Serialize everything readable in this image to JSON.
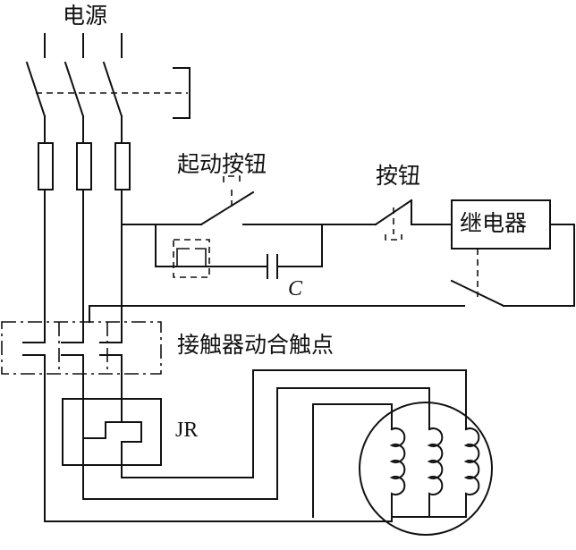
{
  "labels": {
    "power_source": "电源",
    "start_button": "起动按钮",
    "button": "按钮",
    "relay": "继电器",
    "contactor_contacts": "接触器动合触点",
    "thermal_relay": "JR",
    "capacitor": "C"
  }
}
